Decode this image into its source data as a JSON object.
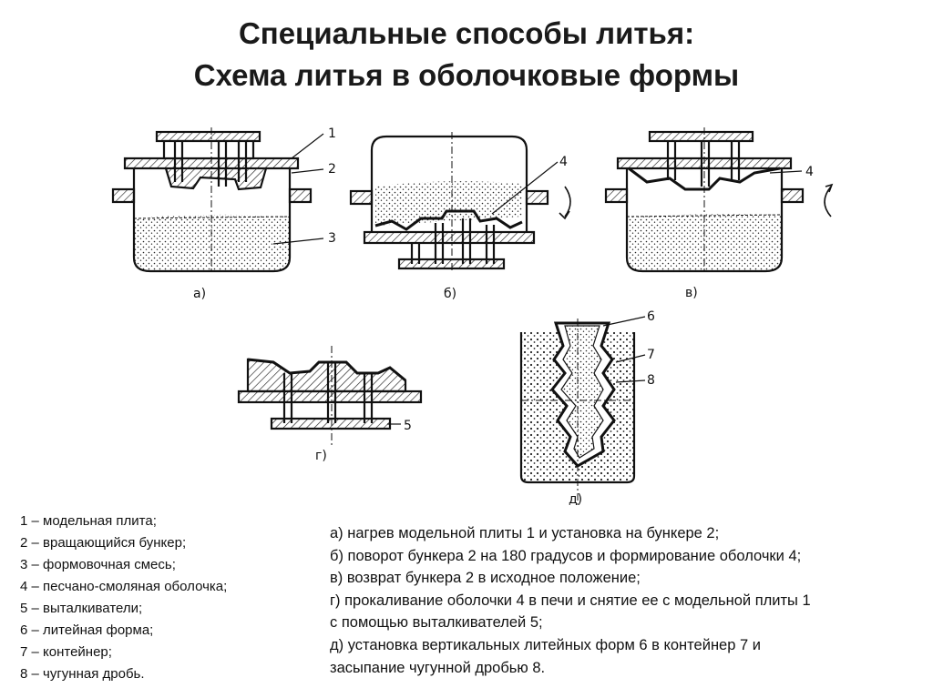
{
  "title": {
    "line1": "Специальные способы литья:",
    "line2": "Схема литья в оболочковые формы"
  },
  "diagram": {
    "panel_labels": [
      "а)",
      "б)",
      "в)",
      "г)",
      "д)"
    ],
    "callouts": [
      "1",
      "2",
      "3",
      "4",
      "4",
      "5",
      "6",
      "7",
      "8"
    ]
  },
  "legend": [
    "1 – модельная плита;",
    "2 – вращающийся бункер;",
    "3 – формовочная смесь;",
    "4 – песчано-смоляная оболочка;",
    "5 – выталкиватели;",
    "6 – литейная форма;",
    "7 – контейнер;",
    "8 – чугунная дробь."
  ],
  "steps": [
    "а) нагрев модельной плиты 1 и установка на бункере 2;",
    "б) поворот бункера 2 на 180 градусов и формирование оболочки 4;",
    "в) возврат бункера 2 в исходное положение;",
    "г) прокаливание оболочки 4 в печи и снятие ее с модельной плиты 1",
    "с помощью выталкивателей 5;",
    "д) установка вертикальных литейных форм 6 в контейнер 7 и",
    "засыпание чугунной дробью 8."
  ]
}
